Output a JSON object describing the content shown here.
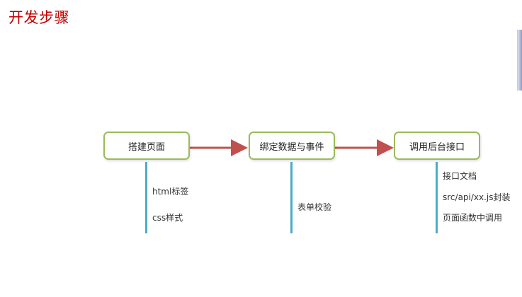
{
  "title": "开发步骤",
  "steps": [
    {
      "label": "搭建页面",
      "notes": [
        "html标签",
        "css样式"
      ]
    },
    {
      "label": "绑定数据与事件",
      "notes": [
        "表单校验"
      ]
    },
    {
      "label": "调用后台接口",
      "notes": [
        "接口文档",
        "src/api/xx.js封装",
        "页面函数中调用"
      ]
    }
  ],
  "colors": {
    "title": "#c00000",
    "node_border": "#9bbb59",
    "arrow": "#c0504d",
    "timeline": "#4bacc6"
  }
}
